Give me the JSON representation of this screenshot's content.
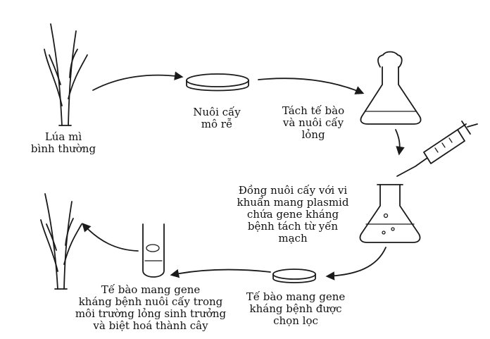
{
  "labels": {
    "wheat_normal": [
      "Lúa mì",
      "bình thường"
    ],
    "root_culture": [
      "Nuôi cấy",
      "mô rễ"
    ],
    "separate_cells": [
      "Tách tế bào",
      "và nuôi cấy",
      "lỏng"
    ],
    "co_culture": [
      "Đồng nuôi cấy với vi",
      "khuẩn mang plasmid",
      "chứa gene kháng",
      "bệnh tách từ yến",
      "mạch"
    ],
    "selected_cells": [
      "Tế bào mang gene",
      "kháng bệnh được",
      "chọn lọc"
    ],
    "differentiation": [
      "Tế bào mang gene",
      "kháng bệnh nuôi cấy trong",
      "môi trường lỏng sinh trưởng",
      "và biệt hoá thành cây"
    ]
  },
  "colors": {
    "ink": "#1a1a1a",
    "background": "#ffffff"
  }
}
